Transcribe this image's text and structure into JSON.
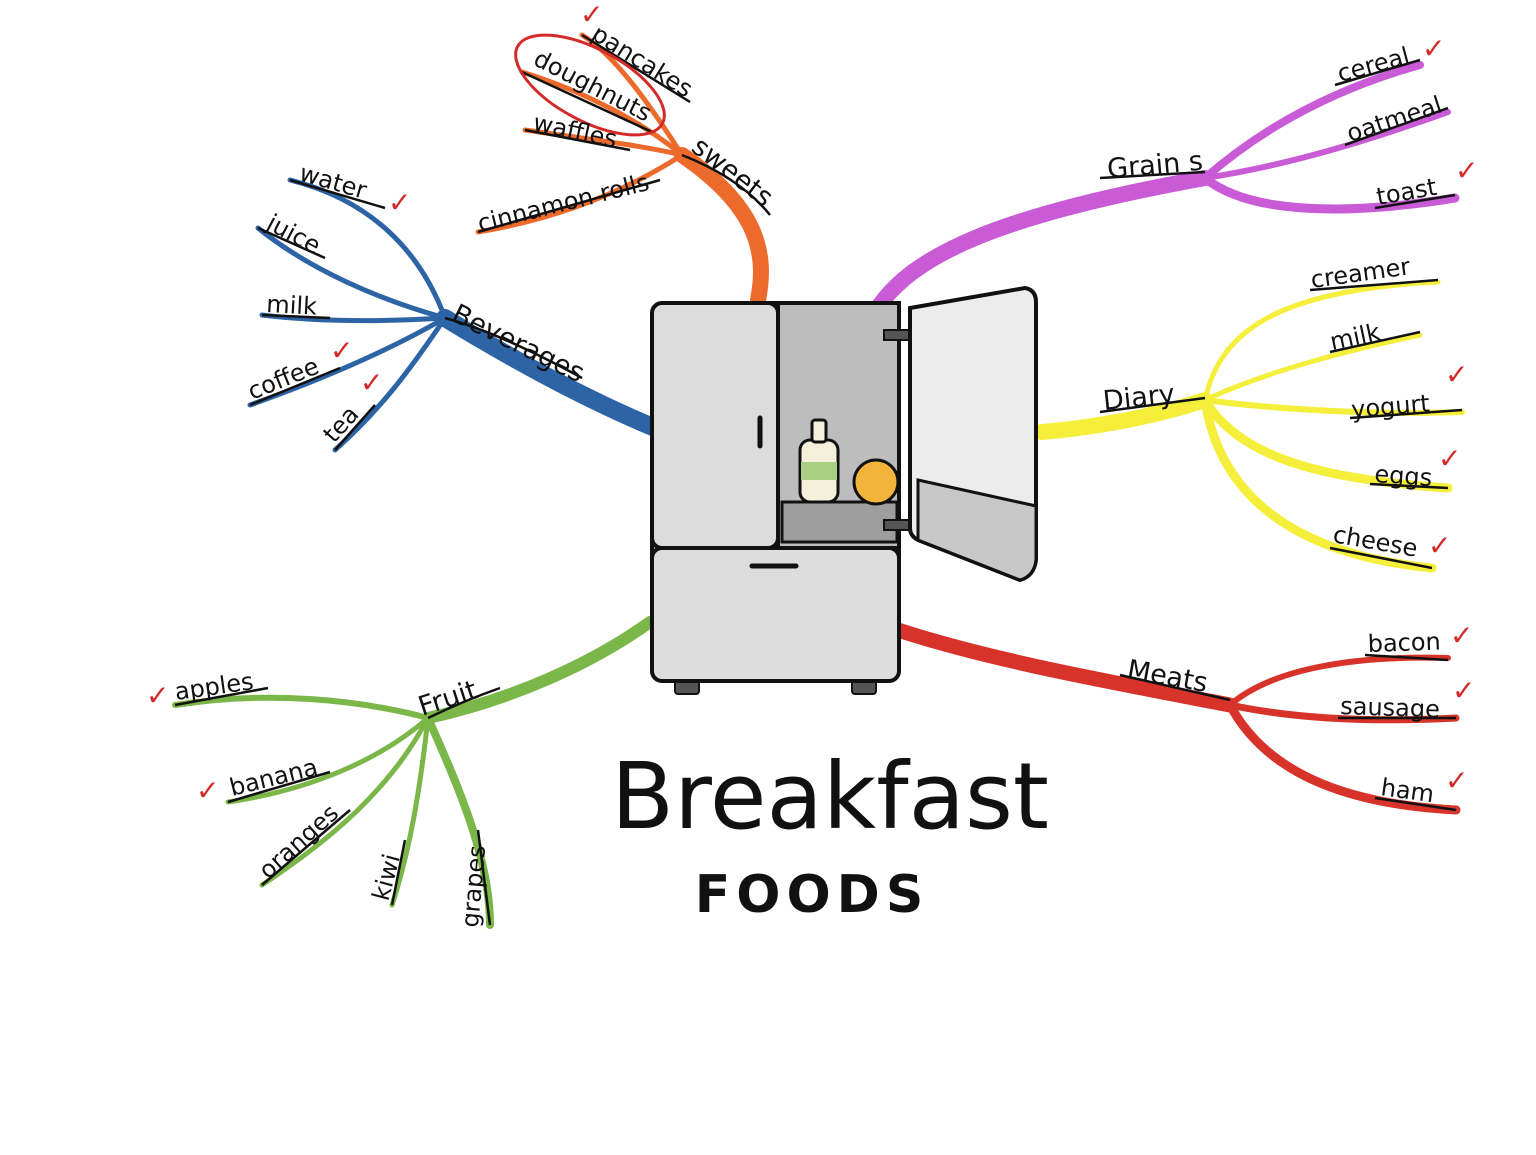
{
  "title": {
    "main": "Breakfast",
    "sub": "FOODS"
  },
  "check_color": "#d42a2a",
  "center": {
    "name": "refrigerator-icon"
  },
  "branches": [
    {
      "name": "Sweets",
      "label": "sweets",
      "color": "#ec6a2b",
      "items": [
        {
          "label": "pancakes",
          "checked": true
        },
        {
          "label": "doughnuts",
          "checked": false,
          "circled": true
        },
        {
          "label": "waffles",
          "checked": false
        },
        {
          "label": "cinnamon rolls",
          "checked": false
        }
      ]
    },
    {
      "name": "Beverages",
      "label": "Beverages",
      "color": "#2d64a6",
      "items": [
        {
          "label": "water",
          "checked": true
        },
        {
          "label": "juice",
          "checked": false
        },
        {
          "label": "milk",
          "checked": false
        },
        {
          "label": "coffee",
          "checked": true
        },
        {
          "label": "tea",
          "checked": true
        }
      ]
    },
    {
      "name": "Grains",
      "label": "Grain s",
      "color": "#c95bd6",
      "items": [
        {
          "label": "cereal",
          "checked": true
        },
        {
          "label": "oatmeal",
          "checked": false
        },
        {
          "label": "toast",
          "checked": true
        }
      ]
    },
    {
      "name": "Diary",
      "label": "Diary",
      "color": "#f5ef3c",
      "items": [
        {
          "label": "creamer",
          "checked": false
        },
        {
          "label": "milk",
          "checked": false
        },
        {
          "label": "yogurt",
          "checked": true
        },
        {
          "label": "eggs",
          "checked": true
        },
        {
          "label": "cheese",
          "checked": true
        }
      ]
    },
    {
      "name": "Meats",
      "label": "Meats",
      "color": "#d7332b",
      "items": [
        {
          "label": "bacon",
          "checked": true
        },
        {
          "label": "sausage",
          "checked": true
        },
        {
          "label": "ham",
          "checked": true
        }
      ]
    },
    {
      "name": "Fruit",
      "label": "Fruit",
      "color": "#7ab648",
      "items": [
        {
          "label": "apples",
          "checked": true
        },
        {
          "label": "banana",
          "checked": true
        },
        {
          "label": "oranges",
          "checked": false
        },
        {
          "label": "kiwi",
          "checked": false
        },
        {
          "label": "grapes",
          "checked": false
        }
      ]
    }
  ]
}
